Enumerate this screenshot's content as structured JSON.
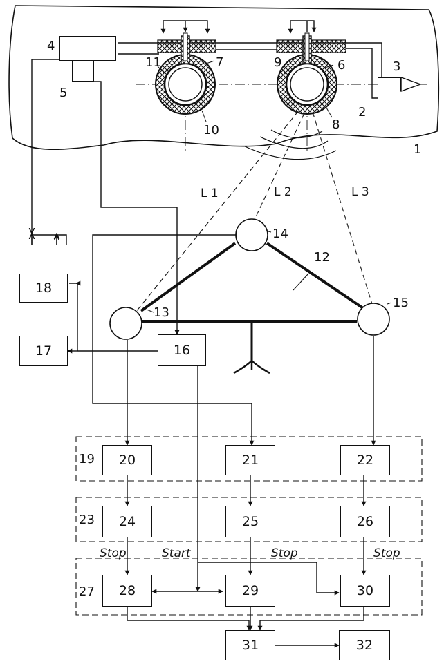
{
  "blocks": {
    "b4": "4",
    "b5": "5",
    "b3": "3",
    "b18": "18",
    "b17": "17",
    "b16": "16",
    "b20": "20",
    "b21": "21",
    "b22": "22",
    "b24": "24",
    "b25": "25",
    "b26": "26",
    "b28": "28",
    "b29": "29",
    "b30": "30",
    "b31": "31",
    "b32": "32"
  },
  "callouts": {
    "c1": "1",
    "c2": "2",
    "c6": "6",
    "c7": "7",
    "c8": "8",
    "c9": "9",
    "c10": "10",
    "c11": "11",
    "c12": "12",
    "c13": "13",
    "c14": "14",
    "c15": "15"
  },
  "groups": {
    "g19": "19",
    "g23": "23",
    "g27": "27"
  },
  "distances": {
    "l1": "L 1",
    "l2": "L 2",
    "l3": "L 3"
  },
  "signals": {
    "stop1": "Stop",
    "start": "Start",
    "stop2": "Stop",
    "stop3": "Stop"
  }
}
